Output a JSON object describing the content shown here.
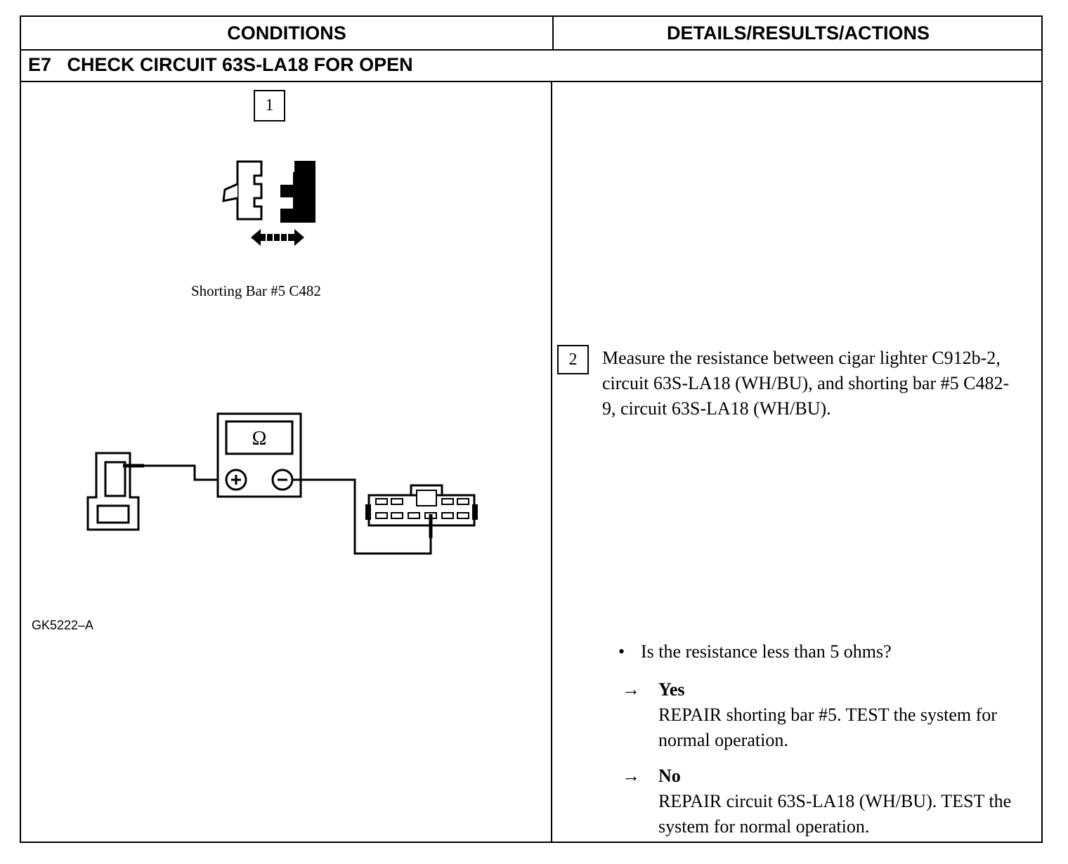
{
  "header": {
    "conditions": "CONDITIONS",
    "details": "DETAILS/RESULTS/ACTIONS"
  },
  "step": {
    "title": "E7   CHECK CIRCUIT 63S-LA18 FOR OPEN"
  },
  "left": {
    "step1_number": "1",
    "connector_caption": "Shorting Bar #5 C482",
    "meter_symbol": "Ω",
    "figure_id": "GK5222–A"
  },
  "right": {
    "step2_number": "2",
    "instruction": "Measure the resistance between cigar lighter C912b-2, circuit 63S-LA18 (WH/BU), and shorting bar #5 C482-9, circuit 63S-LA18 (WH/BU).",
    "question": "Is the resistance less than 5 ohms?",
    "yes": {
      "label": "Yes",
      "action": "REPAIR shorting bar #5. TEST the system for normal operation."
    },
    "no": {
      "label": "No",
      "action": "REPAIR circuit 63S-LA18 (WH/BU). TEST the system for normal operation."
    }
  },
  "icons": {
    "connector": "connector-disconnect-icon",
    "arrow": "double-arrow-icon",
    "meter": "ohmmeter-icon",
    "lighter": "cigar-lighter-connector-icon",
    "shorting_bar": "shorting-bar-connector-icon",
    "bullet": "•",
    "result_arrow": "→"
  }
}
